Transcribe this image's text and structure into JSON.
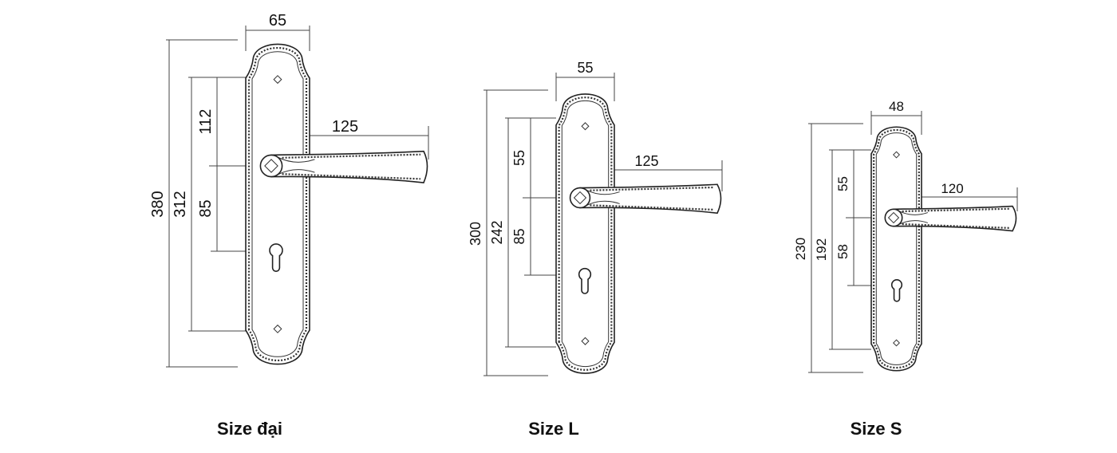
{
  "drawings": [
    {
      "caption": "Size đại",
      "width": "65",
      "total_height": "380",
      "screw_spacing": "312",
      "top_to_handle": "112",
      "handle_to_key": "85",
      "lever_length": "125"
    },
    {
      "caption": "Size L",
      "width": "55",
      "total_height": "300",
      "screw_spacing": "242",
      "top_to_handle": "55",
      "handle_to_key": "85",
      "lever_length": "125"
    },
    {
      "caption": "Size S",
      "width": "48",
      "total_height": "230",
      "screw_spacing": "192",
      "top_to_handle": "55",
      "handle_to_key": "58",
      "lever_length": "120"
    }
  ]
}
